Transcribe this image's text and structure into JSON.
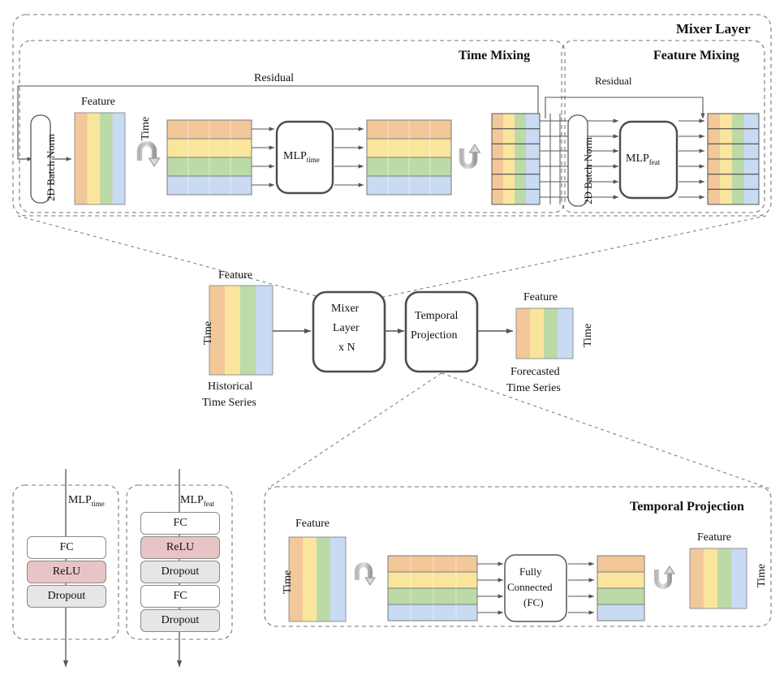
{
  "figure": {
    "title": "TSMixer architecture diagram",
    "colors": {
      "orange": "#f2c79a",
      "yellow": "#fae59d",
      "green": "#bcdaa8",
      "blue": "#c9daf3",
      "relu_fill": "#e8c4c4",
      "dropout_fill": "#e6e6e6",
      "box_stroke": "#4d4d4d",
      "line": "#555555",
      "dash": "#777777"
    }
  },
  "mixer_layer": {
    "title": "Mixer Layer",
    "time_mixing": {
      "title": "Time Mixing",
      "residual_label": "Residual",
      "batch_norm_label": "2D Batch Norm",
      "feature_axis_label": "Feature",
      "time_axis_label": "Time",
      "mlp_label": "MLP",
      "mlp_sub": "time",
      "rotate_icon": "rotate-down-icon",
      "rotate_back_icon": "rotate-up-icon",
      "input_rows": 4,
      "output_rows": 4,
      "stack_rows": 6
    },
    "feature_mixing": {
      "title": "Feature Mixing",
      "residual_label": "Residual",
      "batch_norm_label": "2D Batch Norm",
      "mlp_label": "MLP",
      "mlp_sub": "feat",
      "input_rows": 6,
      "output_rows": 6
    }
  },
  "pipeline": {
    "input": {
      "feature_label": "Feature",
      "time_label": "Time",
      "caption_line1": "Historical",
      "caption_line2": "Time Series"
    },
    "mixer_box": {
      "line1": "Mixer",
      "line2": "Layer",
      "line3": "x N"
    },
    "projection_box": {
      "line1": "Temporal",
      "line2": "Projection"
    },
    "output": {
      "feature_label": "Feature",
      "time_label": "Time",
      "caption_line1": "Forecasted",
      "caption_line2": "Time Series"
    }
  },
  "mlp_time_panel": {
    "title_main": "MLP",
    "title_sub": "time",
    "blocks": [
      {
        "label": "FC",
        "style": "plain"
      },
      {
        "label": "ReLU",
        "style": "relu"
      },
      {
        "label": "Dropout",
        "style": "dropout"
      }
    ]
  },
  "mlp_feat_panel": {
    "title_main": "MLP",
    "title_sub": "feat",
    "blocks": [
      {
        "label": "FC",
        "style": "plain"
      },
      {
        "label": "ReLU",
        "style": "relu"
      },
      {
        "label": "Dropout",
        "style": "dropout"
      },
      {
        "label": "FC",
        "style": "plain"
      },
      {
        "label": "Dropout",
        "style": "dropout"
      }
    ]
  },
  "temporal_projection_panel": {
    "title": "Temporal Projection",
    "feature_label_left": "Feature",
    "time_label_left": "Time",
    "fc_line1": "Fully",
    "fc_line2": "Connected",
    "fc_line3": "(FC)",
    "feature_label_right": "Feature",
    "time_label_right": "Time",
    "rotate_icon": "rotate-down-icon",
    "rotate_back_icon": "rotate-up-icon",
    "input_rows": 4,
    "output_rows": 4
  }
}
